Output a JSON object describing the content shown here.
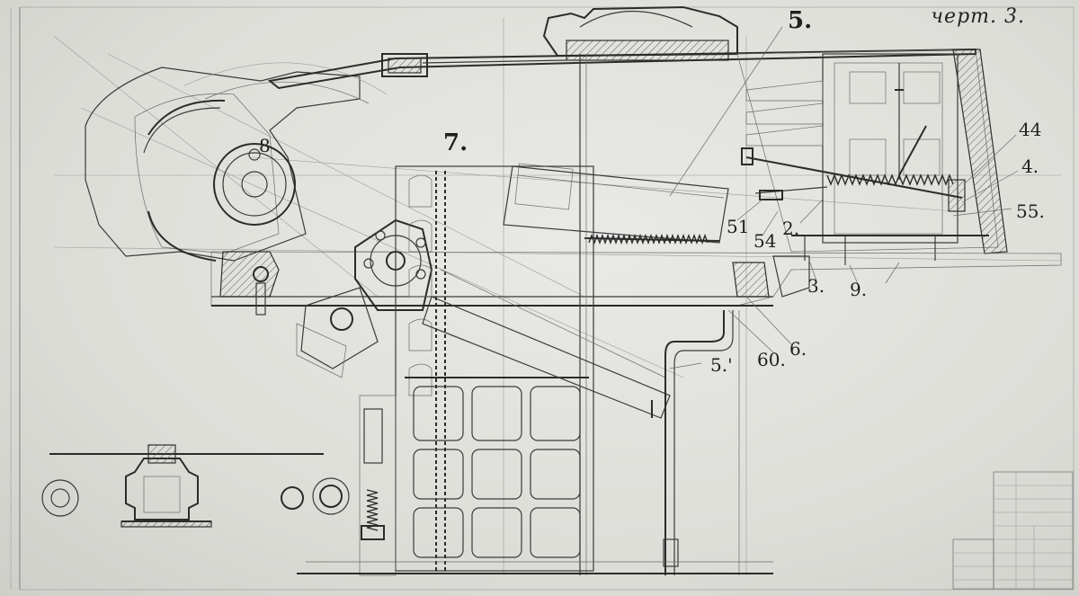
{
  "sheet": {
    "title": "черт. 3.",
    "callouts": {
      "c5": "5.",
      "c7": "7.",
      "c8": "8",
      "c44": "44",
      "c4": "4.",
      "c55": "55.",
      "c51": "51",
      "c54": "54",
      "c2": "2.",
      "c3": "3.",
      "c9": "9.",
      "c5prime": "5.'",
      "c60": "60.",
      "c6": "6."
    }
  },
  "colors": {
    "paper": "#e4e4e0",
    "ink": "#2b2b2b"
  }
}
